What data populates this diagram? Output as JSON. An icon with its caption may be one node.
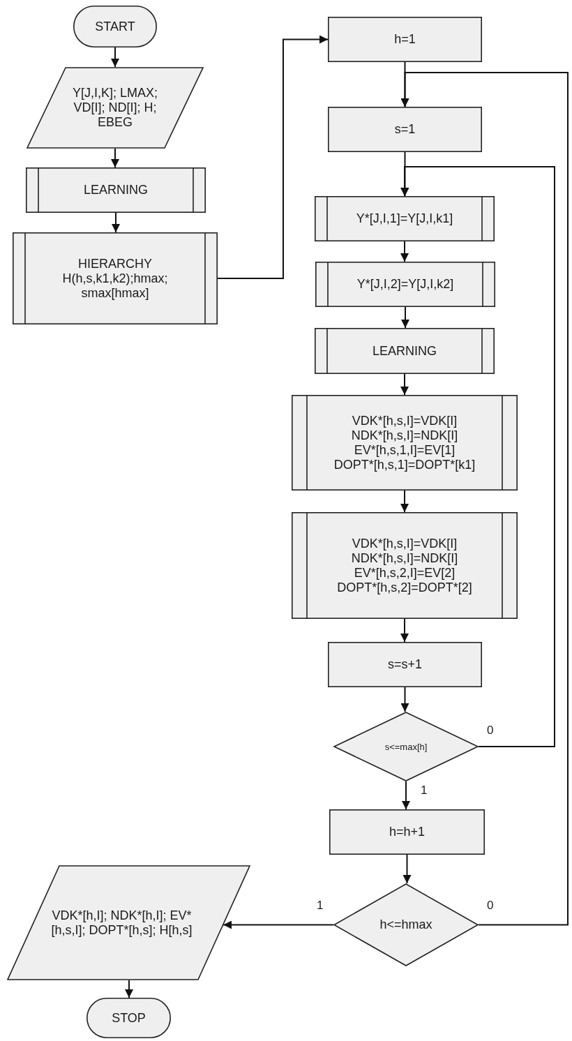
{
  "diagram": {
    "nodes": [
      {
        "text": [
          "START"
        ]
      },
      {
        "text": [
          "Y[J,I,K]; LMAX; VD[I]; ND[I]; H; EBEG"
        ]
      },
      {
        "text": [
          "LEARNING"
        ]
      },
      {
        "text": [
          "HIERARCHY",
          "H(h,s,k1,k2);hmax; smax[hmax]"
        ]
      },
      {
        "text": [
          "h=1"
        ]
      },
      {
        "text": [
          "s=1"
        ]
      },
      {
        "text": [
          "Y*[J,I,1]=Y[J,I,k1]"
        ]
      },
      {
        "text": [
          "Y*[J,I,2]=Y[J,I,k2]"
        ]
      },
      {
        "text": [
          "LEARNING"
        ]
      },
      {
        "text": [
          "VDK*[h,s,I]=VDK[I]",
          "NDK*[h,s,I]=NDK[I]",
          "EV*[h,s,1,I]=EV[1]",
          "DOPT*[h,s,1]=DOPT*[k1]"
        ]
      },
      {
        "text": [
          "VDK*[h,s,I]=VDK[I]",
          "NDK*[h,s,I]=NDK[I]",
          "EV*[h,s,2,I]=EV[2]",
          "DOPT*[h,s,2]=DOPT*[2]"
        ]
      },
      {
        "text": [
          "s=s+1"
        ]
      },
      {
        "text": [
          "s<=max[h]"
        ]
      },
      {
        "text": [
          "h=h+1"
        ]
      },
      {
        "text": [
          "h<=hmax"
        ]
      },
      {
        "text": [
          "VDK*[h,I]; NDK*[h,I]; EV*[h,s,I]; DOPT*[h,s]; H[h,s]"
        ]
      },
      {
        "text": [
          "STOP"
        ]
      }
    ],
    "edges": [
      {
        "from": 0,
        "to": 1,
        "arrow": "to"
      },
      {
        "from": 1,
        "to": 2,
        "arrow": "to"
      },
      {
        "from": 2,
        "to": 3,
        "arrow": "to"
      },
      {
        "from": 3,
        "to": 4,
        "arrow": "to"
      },
      {
        "from": 4,
        "to": 5,
        "arrow": "to"
      },
      {
        "from": 5,
        "to": 6,
        "arrow": "to"
      },
      {
        "from": 6,
        "to": 7,
        "arrow": "to"
      },
      {
        "from": 7,
        "to": 8,
        "arrow": "to"
      },
      {
        "from": 8,
        "to": 9,
        "arrow": "to"
      },
      {
        "from": 9,
        "to": 10,
        "arrow": "to"
      },
      {
        "from": 10,
        "to": 11,
        "arrow": "to"
      },
      {
        "from": 11,
        "to": 12,
        "arrow": "to"
      },
      {
        "from": 12,
        "to": 6,
        "arrow": "to",
        "label": "0"
      },
      {
        "from": 12,
        "to": 13,
        "arrow": "to",
        "label": "1"
      },
      {
        "from": 13,
        "to": 14,
        "arrow": "to"
      },
      {
        "from": 14,
        "to": 15,
        "arrow": "to",
        "label": "1"
      },
      {
        "from": 14,
        "to": 5,
        "arrow": "to",
        "label": "0"
      },
      {
        "from": 15,
        "to": 16,
        "arrow": "to"
      }
    ]
  }
}
